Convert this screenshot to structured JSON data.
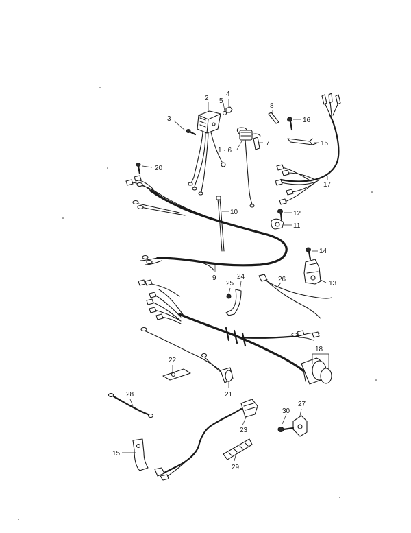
{
  "callouts": [
    {
      "id": "c1-6",
      "text": "1 · 6"
    },
    {
      "id": "c2",
      "text": "2"
    },
    {
      "id": "c3",
      "text": "3"
    },
    {
      "id": "c4",
      "text": "4"
    },
    {
      "id": "c5",
      "text": "5"
    },
    {
      "id": "c7",
      "text": "7"
    },
    {
      "id": "c8",
      "text": "8"
    },
    {
      "id": "c9",
      "text": "9"
    },
    {
      "id": "c10",
      "text": "10"
    },
    {
      "id": "c11",
      "text": "11"
    },
    {
      "id": "c12",
      "text": "12"
    },
    {
      "id": "c13",
      "text": "13"
    },
    {
      "id": "c14",
      "text": "14"
    },
    {
      "id": "c15a",
      "text": "15"
    },
    {
      "id": "c15b",
      "text": "15"
    },
    {
      "id": "c16",
      "text": "16"
    },
    {
      "id": "c17",
      "text": "17"
    },
    {
      "id": "c18",
      "text": "18"
    },
    {
      "id": "c20",
      "text": "20"
    },
    {
      "id": "c21",
      "text": "21"
    },
    {
      "id": "c22",
      "text": "22"
    },
    {
      "id": "c23",
      "text": "23"
    },
    {
      "id": "c24",
      "text": "24"
    },
    {
      "id": "c25",
      "text": "25"
    },
    {
      "id": "c26",
      "text": "26"
    },
    {
      "id": "c27",
      "text": "27"
    },
    {
      "id": "c28",
      "text": "28"
    },
    {
      "id": "c29",
      "text": "29"
    },
    {
      "id": "c30",
      "text": "30"
    }
  ]
}
